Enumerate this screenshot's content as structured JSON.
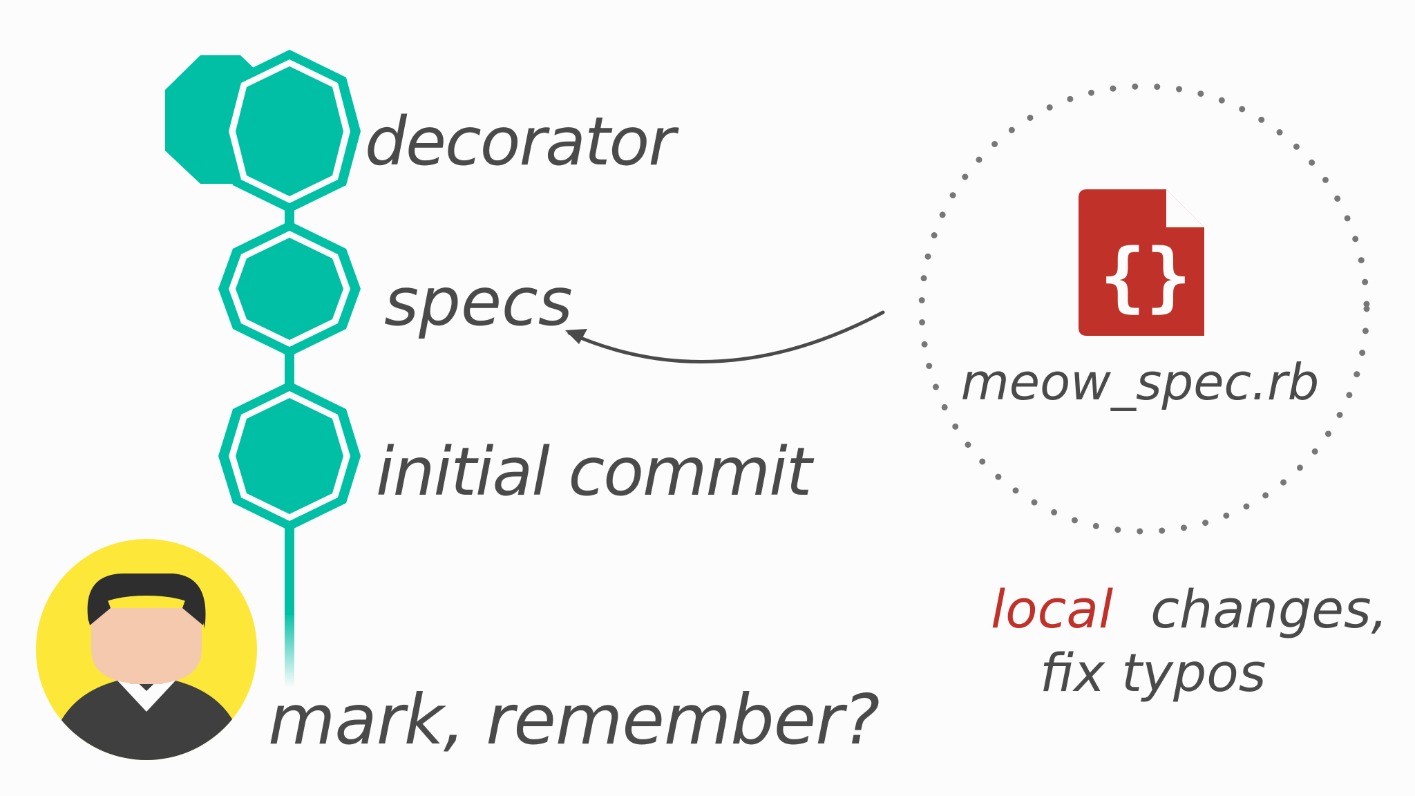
{
  "commits": [
    {
      "label": "decorator"
    },
    {
      "label": "specs"
    },
    {
      "label": "initial commit"
    }
  ],
  "file": {
    "icon": "code-file-icon",
    "glyph": "{}",
    "name": "meow_spec.rb"
  },
  "changes": {
    "highlight": "local",
    "rest_line1": "changes,",
    "line2": "fix typos"
  },
  "person": {
    "avatar": "person-avatar-icon",
    "caption": "mark, remember?"
  },
  "colors": {
    "commit": "#00bfa5",
    "file_icon": "#c0312a",
    "local_text": "#c0312a",
    "text": "#4a4a4a",
    "avatar_bg": "#fde83a",
    "skin": "#f4c9ad",
    "hair": "#2e2e2e",
    "suit": "#3f3f3f",
    "dots": "#777777"
  }
}
